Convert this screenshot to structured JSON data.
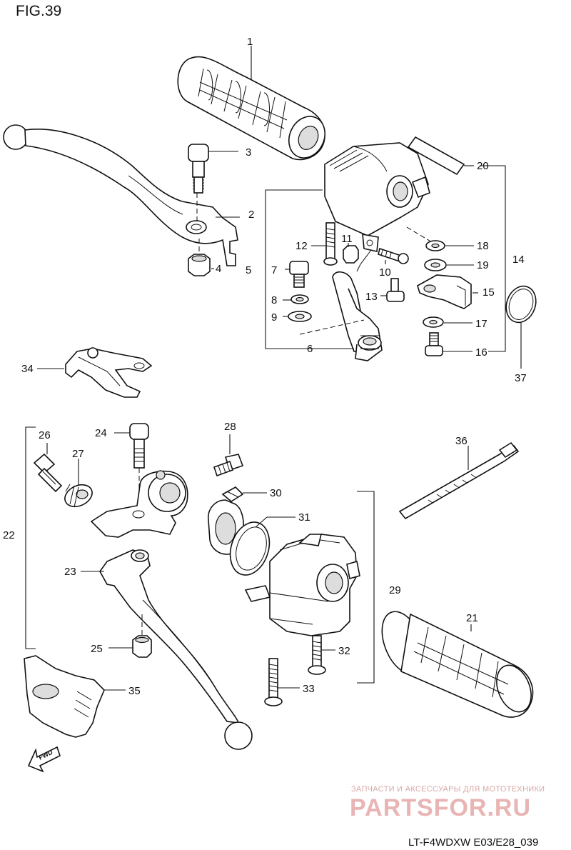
{
  "figure": {
    "title": "FIG.39",
    "code": "LT-F4WDXW E03/E28_039"
  },
  "fwd_label": "FWD",
  "watermark": {
    "tagline": "ЗАПЧАСТИ И АКСЕССУАРЫ ДЛЯ МОТОТЕХНИКИ",
    "brand": "PARTSFOR.RU"
  },
  "callouts": [
    {
      "id": "1",
      "label": "1"
    },
    {
      "id": "2",
      "label": "2"
    },
    {
      "id": "3",
      "label": "3"
    },
    {
      "id": "4",
      "label": "4"
    },
    {
      "id": "5",
      "label": "5"
    },
    {
      "id": "6",
      "label": "6"
    },
    {
      "id": "7",
      "label": "7"
    },
    {
      "id": "8",
      "label": "8"
    },
    {
      "id": "9",
      "label": "9"
    },
    {
      "id": "10",
      "label": "10"
    },
    {
      "id": "11",
      "label": "11"
    },
    {
      "id": "12",
      "label": "12"
    },
    {
      "id": "13",
      "label": "13"
    },
    {
      "id": "14",
      "label": "14"
    },
    {
      "id": "15",
      "label": "15"
    },
    {
      "id": "16",
      "label": "16"
    },
    {
      "id": "17",
      "label": "17"
    },
    {
      "id": "18",
      "label": "18"
    },
    {
      "id": "19",
      "label": "19"
    },
    {
      "id": "20",
      "label": "20"
    },
    {
      "id": "21",
      "label": "21"
    },
    {
      "id": "22",
      "label": "22"
    },
    {
      "id": "23",
      "label": "23"
    },
    {
      "id": "24",
      "label": "24"
    },
    {
      "id": "25",
      "label": "25"
    },
    {
      "id": "26",
      "label": "26"
    },
    {
      "id": "27",
      "label": "27"
    },
    {
      "id": "28",
      "label": "28"
    },
    {
      "id": "29",
      "label": "29"
    },
    {
      "id": "30",
      "label": "30"
    },
    {
      "id": "31",
      "label": "31"
    },
    {
      "id": "32",
      "label": "32"
    },
    {
      "id": "33",
      "label": "33"
    },
    {
      "id": "34",
      "label": "34"
    },
    {
      "id": "35",
      "label": "35"
    },
    {
      "id": "36",
      "label": "36"
    },
    {
      "id": "37",
      "label": "37"
    }
  ]
}
